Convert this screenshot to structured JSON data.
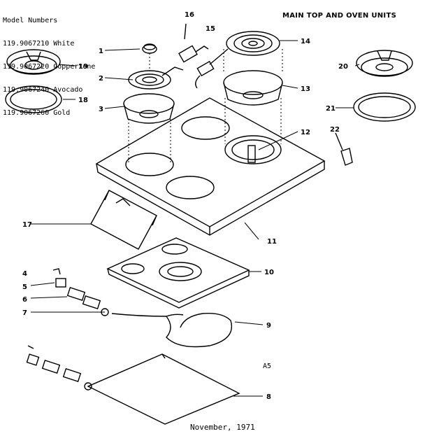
{
  "header": {
    "model_lines": [
      "Model Numbers",
      "119.9067210 White",
      "119.9067220 Coppertone",
      "119.9067240 Avocado",
      "119.9067260 Gold"
    ],
    "title": "MAIN TOP AND OVEN UNITS"
  },
  "plate_code": "A5",
  "footer": {
    "date": "November, 1971"
  },
  "callouts": [
    "1",
    "2",
    "3",
    "4",
    "5",
    "6",
    "7",
    "8",
    "9",
    "10",
    "11",
    "12",
    "13",
    "14",
    "15",
    "16",
    "17",
    "18",
    "19",
    "20",
    "21",
    "22"
  ]
}
